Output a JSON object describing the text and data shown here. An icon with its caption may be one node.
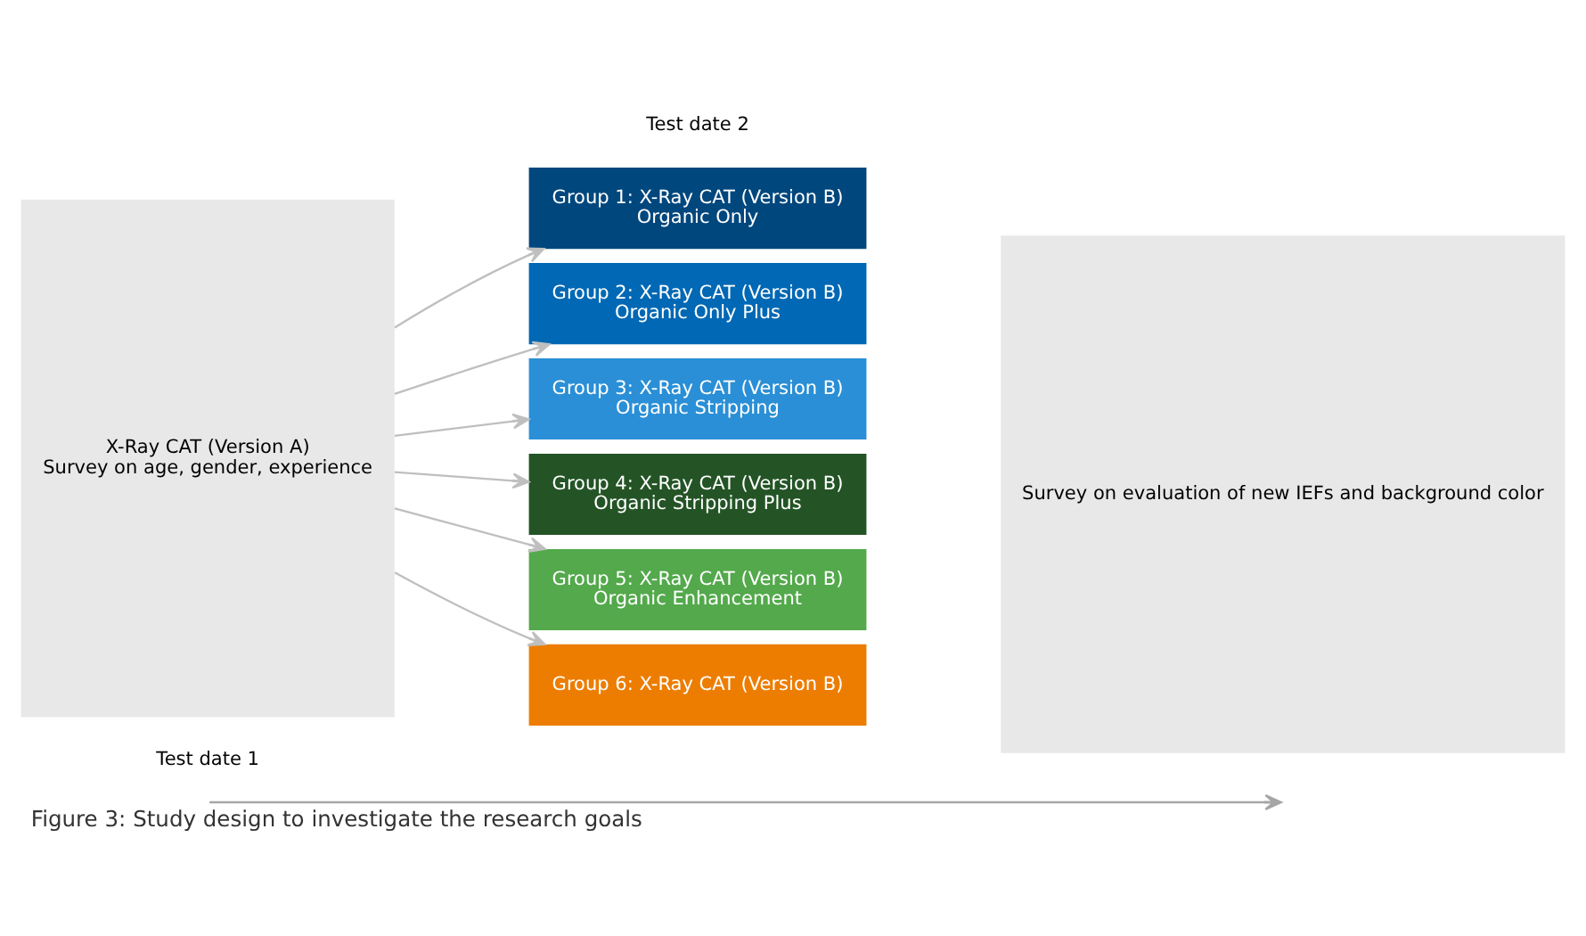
{
  "diagram": {
    "caption": "Figure 3: Study design to investigate the research goals",
    "nodes": [
      {
        "text": [
          "X-Ray CAT (Version A)",
          "Survey on age, gender, experience"
        ]
      },
      {
        "text": [
          "Group 1: X-Ray CAT (Version B)",
          "Organic Only"
        ]
      },
      {
        "text": [
          "Group 2: X-Ray CAT (Version B)",
          "Organic Only Plus"
        ]
      },
      {
        "text": [
          "Group 3: X-Ray CAT (Version B)",
          "Organic Stripping"
        ]
      },
      {
        "text": [
          "Group 4: X-Ray CAT (Version B)",
          "Organic Stripping Plus"
        ]
      },
      {
        "text": [
          "Group 5: X-Ray CAT (Version B)",
          "Organic Enhancement"
        ]
      },
      {
        "text": [
          "Group 6: X-Ray CAT (Version B)"
        ]
      },
      {
        "text": [
          "Survey on evaluation of new IEFs and background color"
        ]
      }
    ],
    "edges": [
      {
        "from": 0,
        "to": 1,
        "arrow": "to"
      },
      {
        "from": 0,
        "to": 2,
        "arrow": "to"
      },
      {
        "from": 0,
        "to": 3,
        "arrow": "to"
      },
      {
        "from": 0,
        "to": 4,
        "arrow": "to"
      },
      {
        "from": 0,
        "to": 5,
        "arrow": "to"
      },
      {
        "from": 0,
        "to": 6,
        "arrow": "to"
      }
    ],
    "labels": [
      "Test date 1",
      "Test date 2"
    ]
  }
}
